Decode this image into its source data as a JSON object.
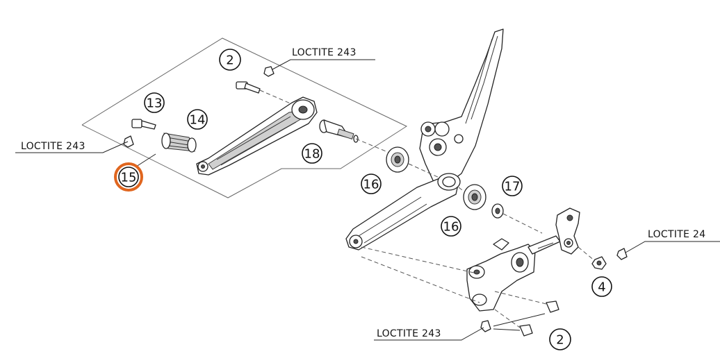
{
  "diagram": {
    "loctite_labels": [
      "LOCTITE 243",
      "LOCTITE 243",
      "LOCTITE 24",
      "LOCTITE 243"
    ],
    "part_numbers": {
      "p2_top": "2",
      "p13": "13",
      "p14": "14",
      "p15": "15",
      "p18": "18",
      "p16_left": "16",
      "p17": "17",
      "p16_right": "16",
      "p4": "4",
      "p2_bottom": "2"
    },
    "highlight_color": "#e0661f"
  }
}
